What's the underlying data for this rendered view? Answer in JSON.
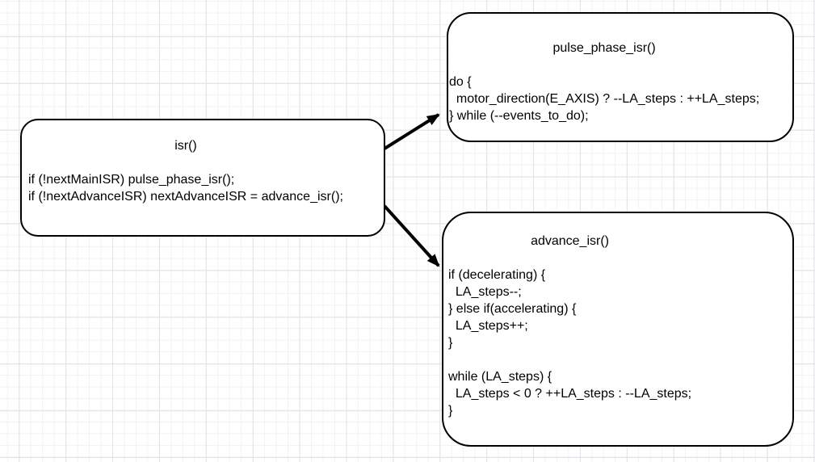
{
  "diagram": {
    "background": {
      "grid_minor_color": "#f2f2f5",
      "grid_major_color": "#e2e2e7",
      "background_color": "#ffffff"
    },
    "colors": {
      "node_border": "#000000",
      "node_fill": "#ffffff",
      "edge": "#000000",
      "text": "#000000"
    },
    "nodes": [
      {
        "id": "isr",
        "title": "isr()",
        "code": "if (!nextMainISR) pulse_phase_isr();\nif (!nextAdvanceISR) nextAdvanceISR = advance_isr();"
      },
      {
        "id": "pulse_phase_isr",
        "title": "pulse_phase_isr()",
        "code": "do {\n  motor_direction(E_AXIS) ? --LA_steps : ++LA_steps;\n} while (--events_to_do);"
      },
      {
        "id": "advance_isr",
        "title": "advance_isr()",
        "code": "if (decelerating) {\n  LA_steps--;\n} else if(accelerating) {\n  LA_steps++;\n}\n\nwhile (LA_steps) {\n  LA_steps < 0 ? ++LA_steps : --LA_steps;\n}"
      }
    ],
    "edges": [
      {
        "from": "isr",
        "to": "pulse_phase_isr"
      },
      {
        "from": "isr",
        "to": "advance_isr"
      }
    ]
  }
}
